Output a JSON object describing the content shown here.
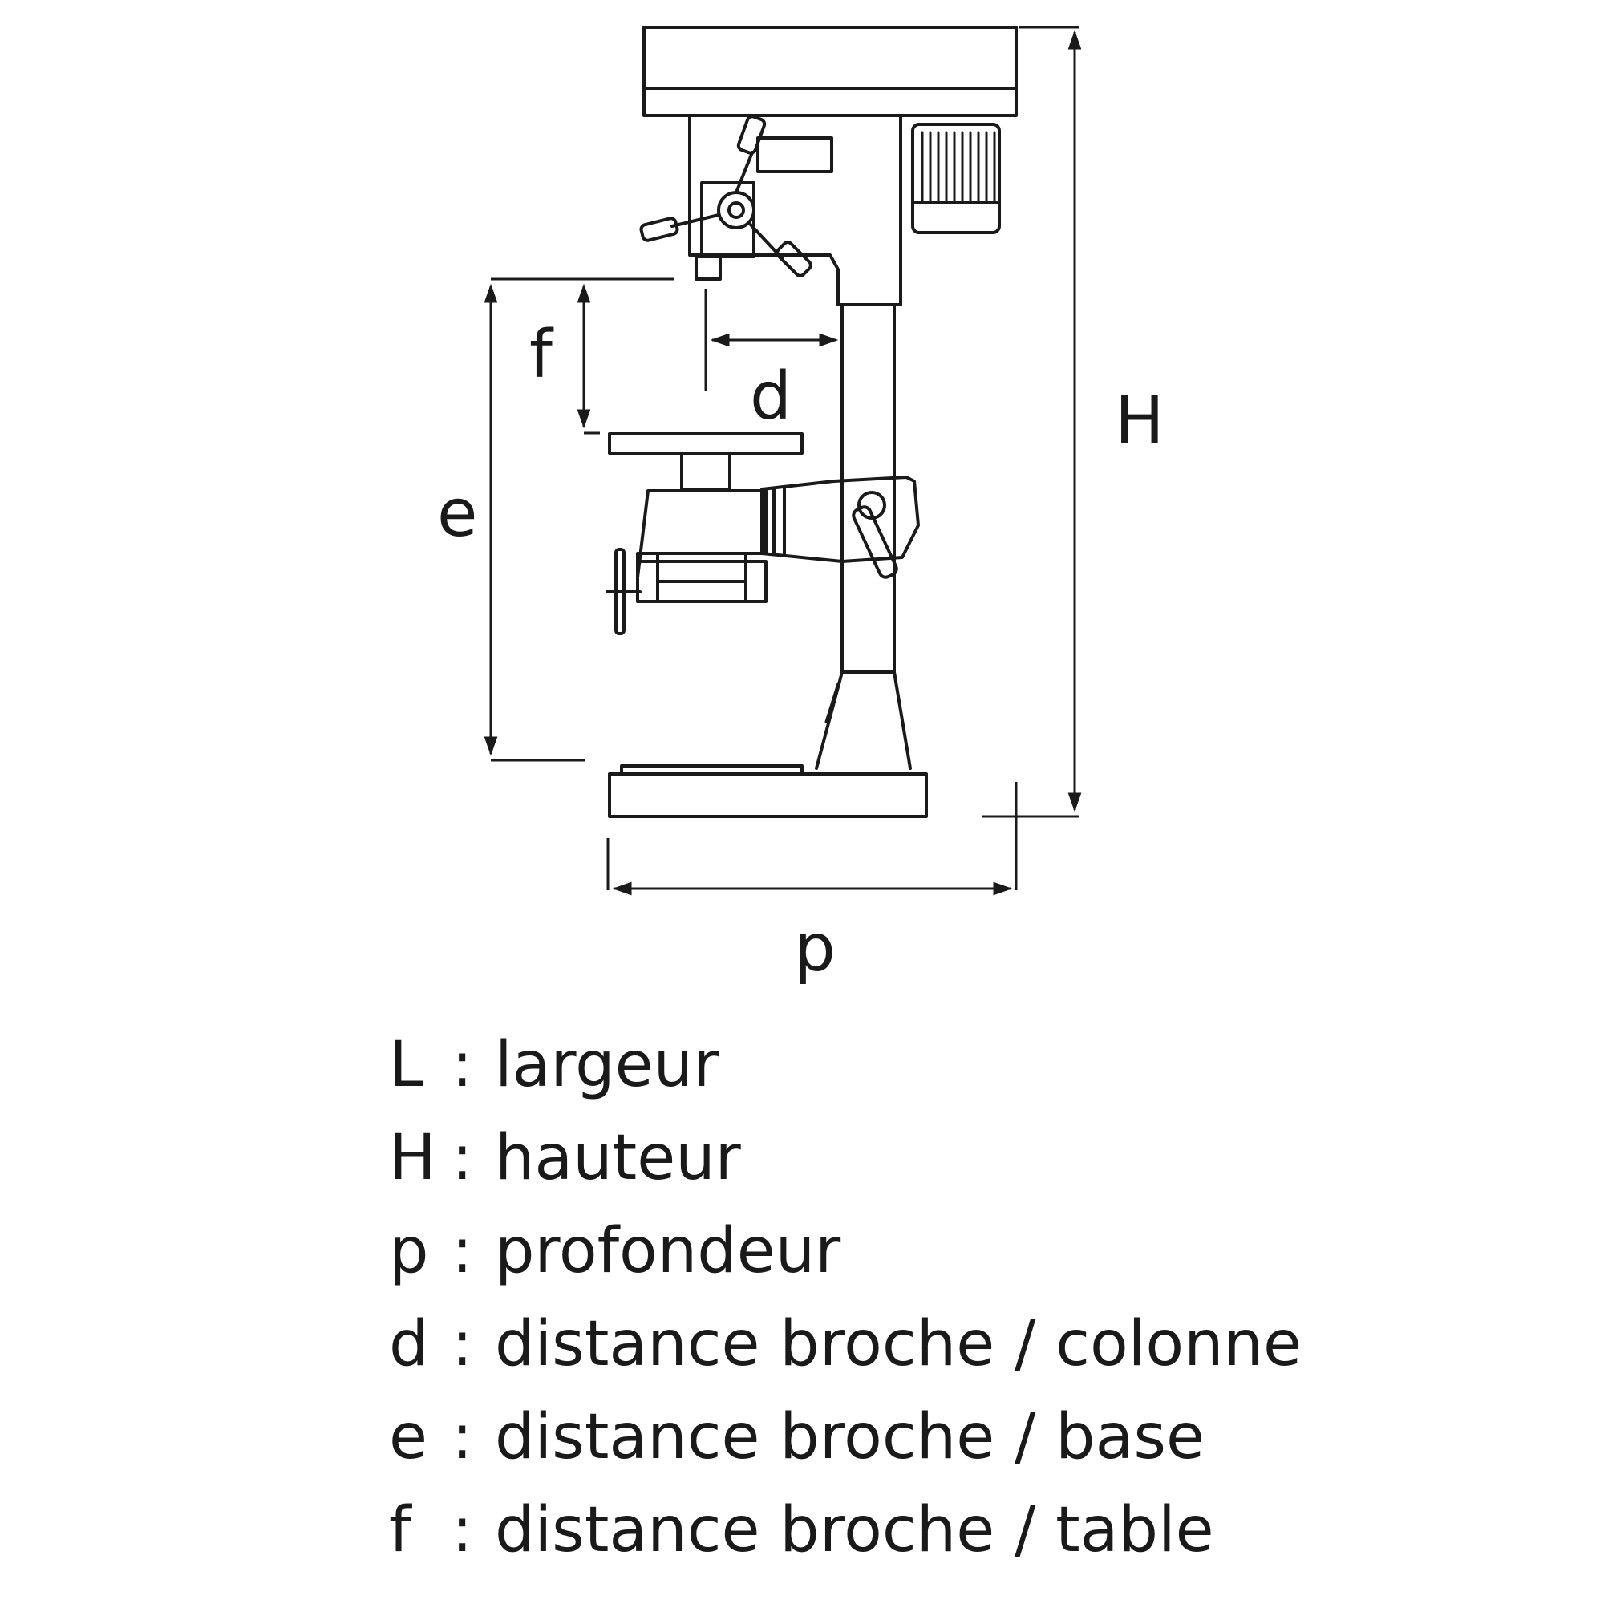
{
  "diagram": {
    "dimension_labels": {
      "H": "H",
      "d": "d",
      "f": "f",
      "e": "e",
      "p": "p"
    }
  },
  "legend": {
    "separator": ":",
    "items": [
      {
        "symbol": "L",
        "description": "largeur"
      },
      {
        "symbol": "H",
        "description": "hauteur"
      },
      {
        "symbol": "p",
        "description": "profondeur"
      },
      {
        "symbol": "d",
        "description": "distance broche / colonne"
      },
      {
        "symbol": "e",
        "description": "distance broche / base"
      },
      {
        "symbol": "f",
        "description": "distance broche / table"
      }
    ]
  },
  "colors": {
    "line": "#1a1a1a",
    "background": "#ffffff"
  }
}
